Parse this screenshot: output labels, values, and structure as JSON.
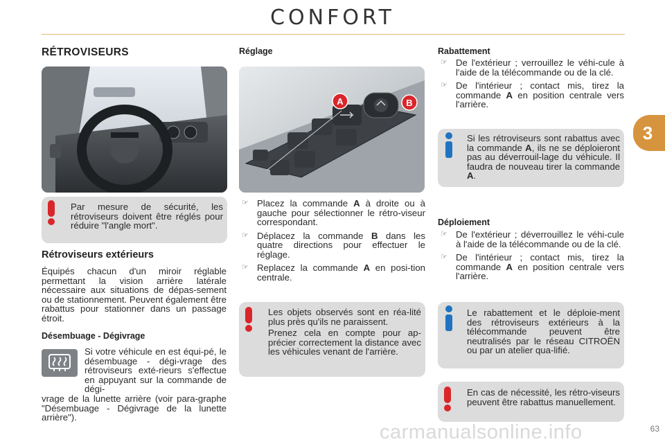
{
  "header": {
    "title": "CONFORT",
    "chapter": "3",
    "page": "63"
  },
  "watermark": "carmanualsonline.info",
  "col1": {
    "title": "RÉTROVISEURS",
    "warning1": "Par mesure de sécurité, les rétroviseurs doivent être réglés pour réduire \"l'angle mort\".",
    "subtitle": "Rétroviseurs extérieurs",
    "intro": "Équipés chacun d'un miroir réglable permettant la vision arrière latérale nécessaire aux situations de dépas-sement ou de stationnement. Peuvent également être rabattus pour stationner dans un passage étroit.",
    "defrost_title": "Désembuage - Dégivrage",
    "defrost_text_a": "Si votre véhicule en est équi-pé, le désembuage - dégi-vrage des rétroviseurs exté-rieurs s'effectue en appuyant sur la commande de dégi-",
    "defrost_text_b": "vrage de la lunette arrière (voir para-graphe \"Désembuage - Dégivrage de la lunette arrière\")."
  },
  "col2": {
    "title": "Réglage",
    "label_a": "A",
    "label_b": "B",
    "bullets": [
      {
        "pre": "Placez la commande ",
        "key": "A",
        "post": " à droite ou à gauche pour sélectionner le rétro-viseur correspondant."
      },
      {
        "pre": "Déplacez la commande ",
        "key": "B",
        "post": " dans les quatre directions pour effectuer le réglage."
      },
      {
        "pre": "Replacez la commande ",
        "key": "A",
        "post": " en posi-tion centrale."
      }
    ],
    "warning_p1": "Les objets observés sont en réa-lité plus près qu'ils ne paraissent.",
    "warning_p2": "Prenez cela en compte pour ap-précier correctement la distance avec les véhicules venant de l'arrière."
  },
  "col3": {
    "rabattement_title": "Rabattement",
    "rabattement_bullets": [
      {
        "pre": "De l'extérieur ; verrouillez le véhi-cule à l'aide de la télécommande ou de la clé.",
        "key": "",
        "post": ""
      },
      {
        "pre": "De l'intérieur ; contact mis, tirez la commande ",
        "key": "A",
        "post": " en position centrale vers l'arrière."
      }
    ],
    "info1": {
      "pre": "Si les rétroviseurs sont rabattus avec la commande ",
      "key": "A",
      "mid": ", ils ne se déploieront pas au déverrouil-lage du véhicule. Il faudra de nouveau tirer la commande ",
      "key2": "A",
      "post": "."
    },
    "deploiement_title": "Déploiement",
    "deploiement_bullets": [
      {
        "pre": "De l'extérieur ; déverrouillez le véhi-cule à l'aide de la télécommande ou de la clé.",
        "key": "",
        "post": ""
      },
      {
        "pre": "De l'intérieur ; contact mis, tirez la commande ",
        "key": "A",
        "post": " en position centrale vers l'arrière."
      }
    ],
    "info2": "Le rabattement et le déploie-ment des rétroviseurs extérieurs à la télécommande peuvent être neutralisés par le réseau CITROËN ou par un atelier qua-lifié.",
    "warning3": "En cas de nécessité, les rétro-viseurs peuvent être rabattus manuellement."
  },
  "colors": {
    "accent": "#d7943e",
    "warning": "#d9262b",
    "info": "#1f74c1",
    "callout_bg": "#dcdcdc"
  }
}
